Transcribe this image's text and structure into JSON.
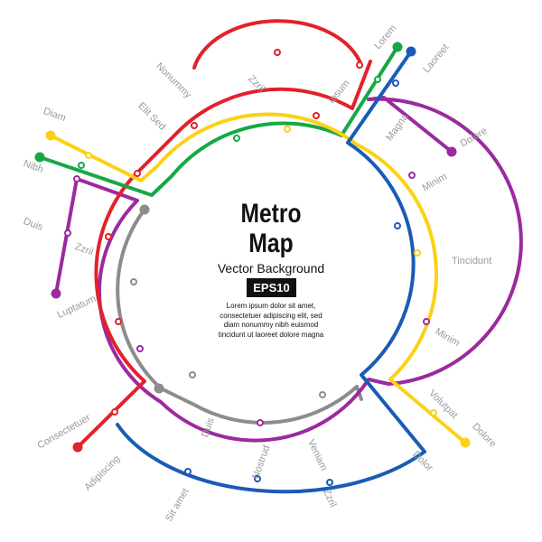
{
  "title_line1": "Metro",
  "title_line2": "Map",
  "subtitle": "Vector Background",
  "badge": "EPS10",
  "body_lines": [
    "Lorem ipsum dolor sit amet,",
    "consectetuer adipiscing elit, sed",
    "diam nonummy nibh euismod",
    "tincidunt ut laoreet dolore magna"
  ],
  "line_colors": {
    "red": "#e3212b",
    "green": "#16a845",
    "yellow": "#fcd116",
    "blue": "#1a5bb5",
    "purple": "#9b2a9f",
    "gray": "#8c8c8c"
  },
  "stations": {
    "nonummy": "Nonummy",
    "zzril_top": "Zzril",
    "ipsum": "Ipsum",
    "lorem": "Lorem",
    "laoreet": "Laoreet",
    "elit_sed": "Elit Sed",
    "diam": "Diam",
    "nibh": "Nibh",
    "magna": "Magna",
    "dolore_top": "Dolore",
    "minim_top": "Minim",
    "duis_left": "Duis",
    "zzril_left": "Zzril",
    "tincidunt": "Tincidunt",
    "luptatum": "Luptatum",
    "minim_right": "Minim",
    "consectetuer": "Consectetuer",
    "adipiscing": "Adipiscing",
    "sit_amet": "Sit amet",
    "duis_bottom": "Duis",
    "nostrud": "Nostrud",
    "veniam": "Veniam",
    "zzril_bottom": "Zzril",
    "dolor": "Dolor",
    "volutpat": "Volutpat",
    "dolore_bottom": "Dolore"
  }
}
